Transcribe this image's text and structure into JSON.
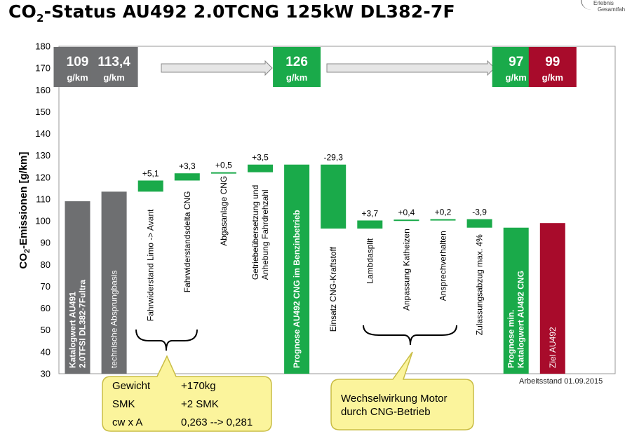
{
  "page": {
    "title_pre": "CO",
    "title_sub": "2",
    "title_post": "-Status AU492 2.0TCNG 125kW DL382-7F",
    "logo_line1": "Erlebnis",
    "logo_line2": "Gesamtfah",
    "status_date": "Arbeitsstand 01.09.2015",
    "callout_left": {
      "rows": [
        {
          "label": "Gewicht",
          "value": "+170kg"
        },
        {
          "label": "SMK",
          "value": "+2 SMK"
        },
        {
          "label": "cw x A",
          "value": "0,263 --> 0,281"
        }
      ]
    },
    "callout_right": {
      "line1": "Wechselwirkung Motor",
      "line2": "durch CNG-Betrieb"
    },
    "colors": {
      "gray": "#6e6f71",
      "green": "#1aaa4a",
      "red": "#a80b2b",
      "callout_fill": "#fbf49c",
      "callout_border": "#c9bd45",
      "plot_border": "#9a9a9a",
      "arrow_fill": "#e6e6e6"
    }
  },
  "chart_data": {
    "type": "bar",
    "subtype": "waterfall",
    "ylabel_pre": "CO",
    "ylabel_sub": "2",
    "ylabel_post": "-Emissionen [g/km]",
    "ylim": [
      30,
      180
    ],
    "yticks": [
      30,
      40,
      50,
      60,
      70,
      80,
      90,
      100,
      110,
      120,
      130,
      140,
      150,
      160,
      170,
      180
    ],
    "grid": false,
    "bars": [
      {
        "label": "Katalogwert AU491 2.0TFSI DL382-7Fultra",
        "start": 30,
        "end": 109,
        "color": "gray",
        "delta_label": "",
        "vlabel_white": true,
        "bold": true
      },
      {
        "label": "technische Absprungbasis",
        "start": 30,
        "end": 113.4,
        "color": "gray",
        "delta_label": "",
        "vlabel_white": true,
        "bold": false
      },
      {
        "label": "Fahrwiderstand Limo -> Avant",
        "start": 113.4,
        "end": 118.5,
        "color": "green",
        "delta_label": "+5,1",
        "vlabel_white": false,
        "bold": false
      },
      {
        "label": "Fahrwiderstandsdelta CNG",
        "start": 118.5,
        "end": 121.8,
        "color": "green",
        "delta_label": "+3,3",
        "vlabel_white": false,
        "bold": false
      },
      {
        "label": "Abgasanlage CNG",
        "start": 121.8,
        "end": 122.3,
        "color": "green",
        "delta_label": "+0,5",
        "vlabel_white": false,
        "bold": false
      },
      {
        "label": "Getriebeübersetzung und Anhebung Fahrdrehzahl",
        "start": 122.3,
        "end": 125.8,
        "color": "green",
        "delta_label": "+3,5",
        "vlabel_white": false,
        "bold": false
      },
      {
        "label": "Prognose AU492 CNG im Benzinbetrieb",
        "start": 30,
        "end": 125.8,
        "color": "green",
        "delta_label": "",
        "vlabel_white": true,
        "bold": true
      },
      {
        "label": "Einsatz CNG-Kraftstoff",
        "start": 96.5,
        "end": 125.8,
        "color": "green",
        "delta_label": "-29,3",
        "vlabel_white": false,
        "bold": false
      },
      {
        "label": "Lambdasplit",
        "start": 96.5,
        "end": 100.2,
        "color": "green",
        "delta_label": "+3,7",
        "vlabel_white": false,
        "bold": false
      },
      {
        "label": "Anpassung Katheizen",
        "start": 100.2,
        "end": 100.6,
        "color": "green",
        "delta_label": "+0,4",
        "vlabel_white": false,
        "bold": false
      },
      {
        "label": "Ansprechverhalten",
        "start": 100.6,
        "end": 100.8,
        "color": "green",
        "delta_label": "+0,2",
        "vlabel_white": false,
        "bold": false
      },
      {
        "label": "Zulassungsabzug max. 4%",
        "start": 96.9,
        "end": 100.8,
        "color": "green",
        "delta_label": "-3,9",
        "vlabel_white": false,
        "bold": false
      },
      {
        "label": "Prognose min. Katalogwert AU492 CNG",
        "start": 30,
        "end": 96.9,
        "color": "green",
        "delta_label": "",
        "vlabel_white": true,
        "bold": true
      },
      {
        "label": "Ziel AU492",
        "start": 30,
        "end": 99,
        "color": "red",
        "delta_label": "",
        "vlabel_white": true,
        "bold": false
      }
    ],
    "summary_boxes": [
      {
        "value": "109",
        "unit": "g/km",
        "color": "gray",
        "bar_index": 0
      },
      {
        "value": "113,4",
        "unit": "g/km",
        "color": "gray",
        "bar_index": 1
      },
      {
        "value": "126",
        "unit": "g/km",
        "color": "green",
        "bar_index": 6
      },
      {
        "value": "97",
        "unit": "g/km",
        "color": "green",
        "bar_index": 12
      },
      {
        "value": "99",
        "unit": "g/km",
        "color": "red",
        "bar_index": 13
      }
    ]
  }
}
